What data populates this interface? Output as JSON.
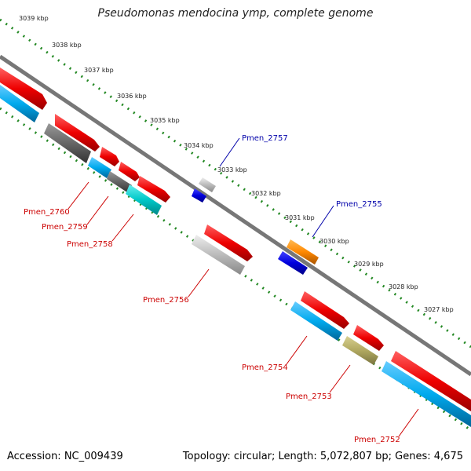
{
  "title": "Pseudomonas mendocina ymp, complete genome",
  "footer": {
    "accession": "Accession: NC_009439",
    "topology": "Topology: circular; Length: 5,072,807 bp; Genes: 4,675"
  },
  "kbp_ticks": [
    "3039 kbp",
    "3038 kbp",
    "3037 kbp",
    "3036 kbp",
    "3035 kbp",
    "3034 kbp",
    "3033 kbp",
    "3032 kbp",
    "3031 kbp",
    "3030 kbp",
    "3029 kbp",
    "3028 kbp",
    "3027 kbp"
  ],
  "gene_labels": [
    {
      "text": "Pmen_2760",
      "color": "#cc0000"
    },
    {
      "text": "Pmen_2759",
      "color": "#cc0000"
    },
    {
      "text": "Pmen_2758",
      "color": "#cc0000"
    },
    {
      "text": "Pmen_2757",
      "color": "#0000aa"
    },
    {
      "text": "Pmen_2756",
      "color": "#cc0000"
    },
    {
      "text": "Pmen_2755",
      "color": "#0000aa"
    },
    {
      "text": "Pmen_2754",
      "color": "#cc0000"
    },
    {
      "text": "Pmen_2753",
      "color": "#cc0000"
    },
    {
      "text": "Pmen_2752",
      "color": "#cc0000"
    }
  ],
  "colors": {
    "cds": "#ee0000",
    "cyan_band": "#00aaee",
    "dark_gray": "#666666",
    "light_gray": "#bbbbbb",
    "teal": "#00c8c8",
    "blue": "#0000dd",
    "orange": "#ff8800",
    "olive": "#b0a860",
    "ticks": "#228822"
  }
}
